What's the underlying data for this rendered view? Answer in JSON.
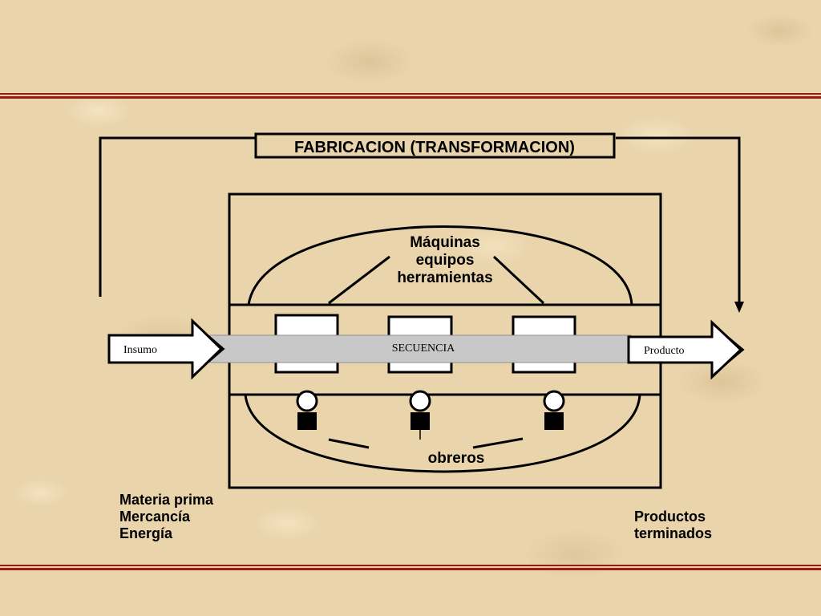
{
  "diagram": {
    "title": "FABRICACION (TRANSFORMACION)",
    "machines_label": [
      "Máquinas",
      "equipos",
      "herramientas"
    ],
    "sequence_label": "SECUENCIA",
    "input_label": "Insumo",
    "output_label": "Producto",
    "workers_label": "obreros",
    "inputs_list": [
      "Materia prima",
      "Mercancía",
      "Energía"
    ],
    "outputs_list": [
      "Productos",
      "terminados"
    ]
  },
  "colors": {
    "band": "#9a1a1a",
    "background": "#e9d4ac",
    "sequence_bar": "#c8c8c8"
  }
}
